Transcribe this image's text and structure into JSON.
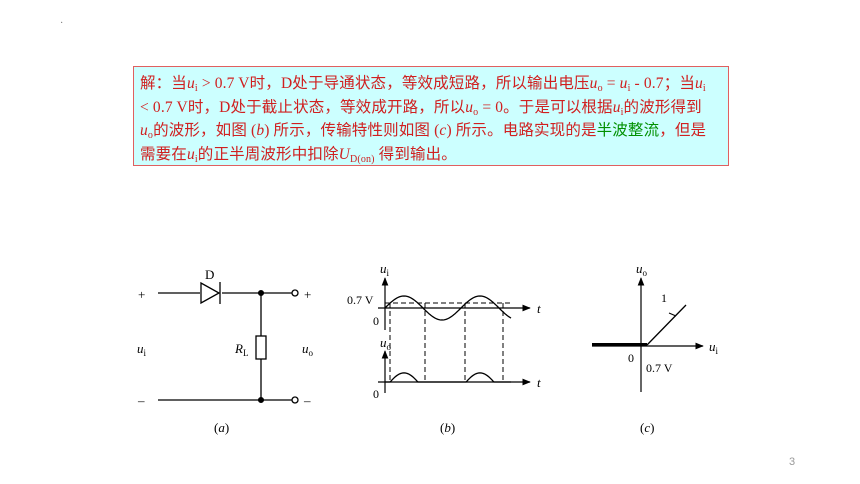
{
  "slide": {
    "dot": "·",
    "page_number": "3"
  },
  "explanation": {
    "label_jie": "解：当",
    "u": "u",
    "sub_i": "i",
    "sub_o": "o",
    "cond_gt": " > 0.7 V时，D处于导通状态，等效成短路，所以输出电压",
    "eq_short": " = ",
    "minus07": " - 0.7；当",
    "cond_lt": "< 0.7 V时，D处于截止状态，等效成开路，所以",
    "eq_zero": " = 0。于是可以根据",
    "wave_of": "的波形得到",
    "wave_b": "的波形，如图 (",
    "b": "b",
    "shown_trans": ") 所示，传输特性则如图 (",
    "c": "c",
    "shown_circuit": ") 所示。电路实现的是",
    "halfwave": "半波整流",
    "but": "，但是",
    "need": "需要在",
    "pos_half": "的正半周波形中扣除",
    "U": "U",
    "sub_don": "D(on)",
    "get_out": " 得到输出。"
  },
  "figure_a": {
    "diode_label": "D",
    "plus_left": "+",
    "plus_right": "+",
    "minus_left": "–",
    "minus_right": "–",
    "ui_u": "u",
    "ui_sub": "i",
    "uo_u": "u",
    "uo_sub": "o",
    "rl_R": "R",
    "rl_sub": "L",
    "caption_open": "(",
    "caption_letter": "a",
    "caption_close": ")"
  },
  "figure_b": {
    "ui_u": "u",
    "ui_sub": "i",
    "uo_u": "u",
    "uo_sub": "o",
    "level": "0.7 V",
    "zero_top": "0",
    "zero_bottom": "0",
    "t_top": "t",
    "t_bottom": "t",
    "caption_open": "(",
    "caption_letter": "b",
    "caption_close": ")"
  },
  "figure_c": {
    "uo_u": "u",
    "uo_sub": "o",
    "ui_u": "u",
    "ui_sub": "i",
    "slope": "1",
    "zero": "0",
    "threshold": "0.7 V",
    "caption_open": "(",
    "caption_letter": "c",
    "caption_close": ")"
  }
}
